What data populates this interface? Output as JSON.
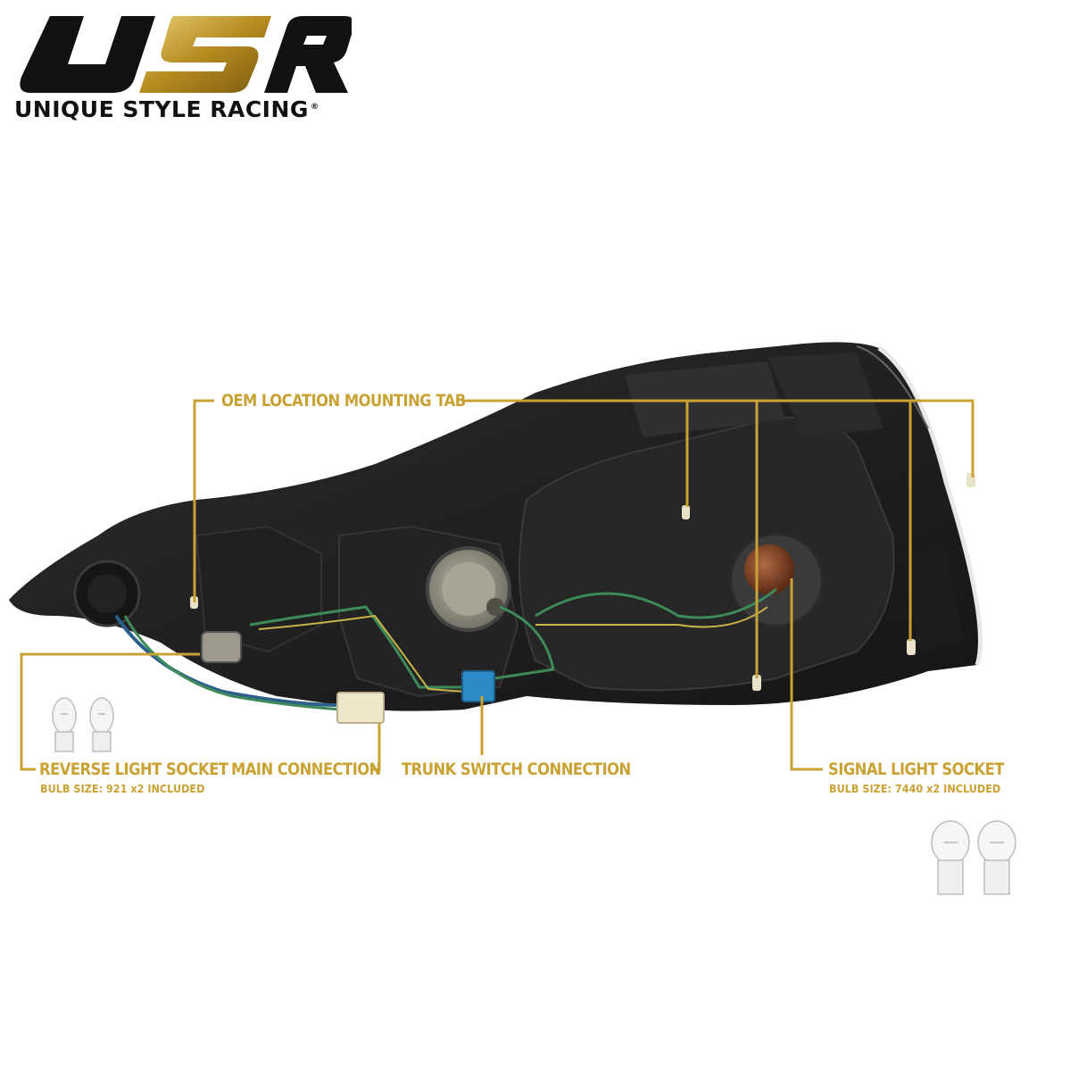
{
  "brand": {
    "logo_letters": "USR",
    "name": "UNIQUE STYLE RACING",
    "reg_mark": "®",
    "colors": {
      "dark": "#111111",
      "gold": "#c9a233"
    }
  },
  "callouts": {
    "oem_tab": {
      "title": "OEM LOCATION MOUNTING TAB"
    },
    "reverse_socket": {
      "title": "REVERSE LIGHT SOCKET",
      "sub": "BULB SIZE: 921 x2 INCLUDED"
    },
    "main_connection": {
      "title": "MAIN CONNECTION"
    },
    "trunk_switch": {
      "title": "TRUNK SWITCH CONNECTION"
    },
    "signal_socket": {
      "title": "SIGNAL LIGHT SOCKET",
      "sub": "BULB SIZE: 7440 x2 INCLUDED"
    }
  },
  "icons": [
    "tail-light-housing",
    "bulb-921",
    "bulb-7440"
  ],
  "accent_color": "#c9a233"
}
